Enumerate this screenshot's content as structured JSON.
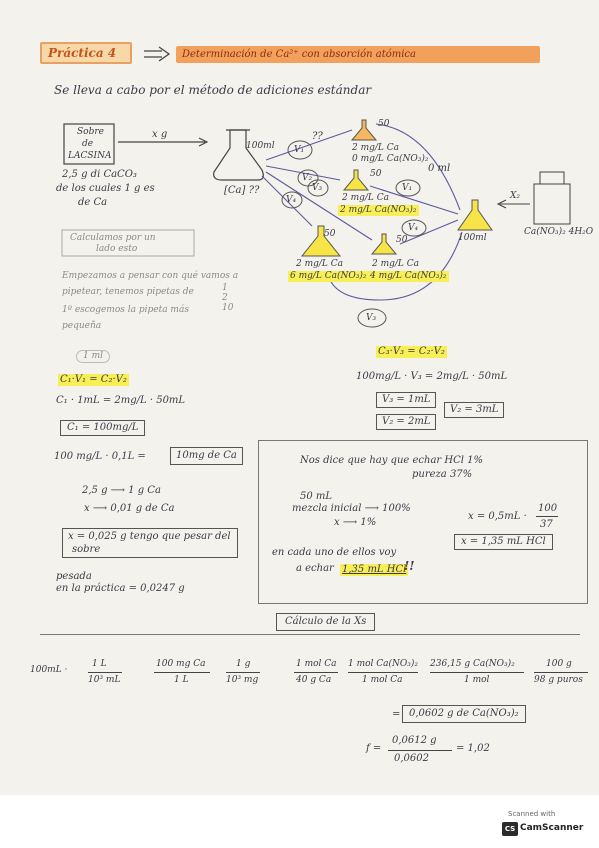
{
  "header": {
    "practice": "Práctica 4",
    "title": "Determinación de Ca²⁺ con absorción atómica"
  },
  "intro": "Se lleva a cabo por el método de adiciones estándar",
  "diagram": {
    "sobre_box": [
      "Sobre",
      "de",
      "LACSINA"
    ],
    "arrow_xs": "x g",
    "sobre_desc": [
      "2,5 g di CaCO₃",
      "de los cuales 1 g es",
      "de Ca"
    ],
    "flask_label": "100ml",
    "conc_unknown": "[Ca] ??",
    "question": "??",
    "v_labels": [
      "V₁",
      "V₂",
      "V₃",
      "V₄"
    ],
    "flasks": [
      {
        "vol": "50",
        "lines": [
          "2 mg/L Ca",
          "0 mg/L Ca(NO₃)₂"
        ]
      },
      {
        "vol": "50",
        "lines": [
          "2 mg/L Ca",
          "2 mg/L Ca(NO₃)₂"
        ]
      },
      {
        "vol": "50",
        "lines": [
          "2 mg/L Ca",
          "6 mg/L Ca(NO₃)₂"
        ]
      },
      {
        "vol": "50",
        "lines": [
          "2 mg/L Ca",
          "4 mg/L Ca(NO₃)₂"
        ]
      }
    ],
    "zero_ml": "0 ml",
    "v3_label": "V₃",
    "right_flask": "100ml",
    "reagent": "Ca(NO₃)₂ 4H₂O",
    "xs_label": "X₂"
  },
  "left_notes": {
    "calc_box": [
      "Calculamos por un",
      "lado esto"
    ],
    "para": [
      "Empezamos a pensar con qué vamos a",
      "pipetear, tenemos pipetas de",
      "1º escogemos la pipeta más",
      "pequeña"
    ],
    "pip_options": [
      "1",
      "2",
      "10"
    ],
    "one_ml": "1 ml",
    "eq1": "C₁·V₁ = C₂·V₂",
    "eq2": "C₁ · 1mL = 2mg/L · 50mL",
    "c1": "C₁ = 100mg/L",
    "eq3": "100 mg/L · 0,1L =",
    "res3": "10mg de Ca",
    "rule1a": "2,5 g ⟶ 1 g Ca",
    "rule1b": "x ⟶ 0,01 g de Ca",
    "xbox": [
      "x = 0,025 g tengo que pesar del",
      "sobre"
    ],
    "pesada": [
      "pesada",
      "en la práctica = 0,0247 g"
    ]
  },
  "right_notes": {
    "eq_hl": "C₃·V₃ = C₂·V₂",
    "eq": "100mg/L · V₃ = 2mg/L · 50mL",
    "v3": "V₃ = 1mL",
    "v2": "V₂ = 2mL",
    "v2b": "V₂ = 3mL"
  },
  "acid_box": {
    "title": [
      "Nos dice que hay que echar HCl 1%",
      "pureza 37%"
    ],
    "l1": "50 mL",
    "l2": "mezcla inicial ⟶ 100%",
    "l3": "x ⟶ 1%",
    "frac_left": "x = 0,5mL ·",
    "frac_num": "100",
    "frac_den": "37",
    "result": "x = 1,35 mL HCl",
    "conclusion": [
      "en cada uno de ellos voy",
      "a echar",
      "1,35 mL HCl",
      "!!"
    ]
  },
  "xs_section": {
    "heading": "Cálculo de la Xs",
    "chain": [
      {
        "num": "",
        "den": "",
        "pre": "100mL ·"
      },
      {
        "num": "1 L",
        "den": "10³ mL"
      },
      {
        "num": "100 mg Ca",
        "den": "1 L"
      },
      {
        "num": "1 g",
        "den": "10³ mg"
      },
      {
        "num": "1 mol Ca",
        "den": "40 g Ca"
      },
      {
        "num": "1 mol Ca(NO₃)₂",
        "den": "1 mol Ca"
      },
      {
        "num": "236,15 g Ca(NO₃)₂",
        "den": "1 mol"
      },
      {
        "num": "100 g",
        "den": "98 g puros"
      }
    ],
    "result": "0,0602 g de Ca(NO₃)₂",
    "ratio_pre": "f =",
    "ratio_num": "0,0612 g",
    "ratio_den": "0,0602",
    "ratio_val": "= 1,02"
  },
  "footer": {
    "scanned": "Scanned with",
    "logo": "CS",
    "brand": "CamScanner"
  }
}
